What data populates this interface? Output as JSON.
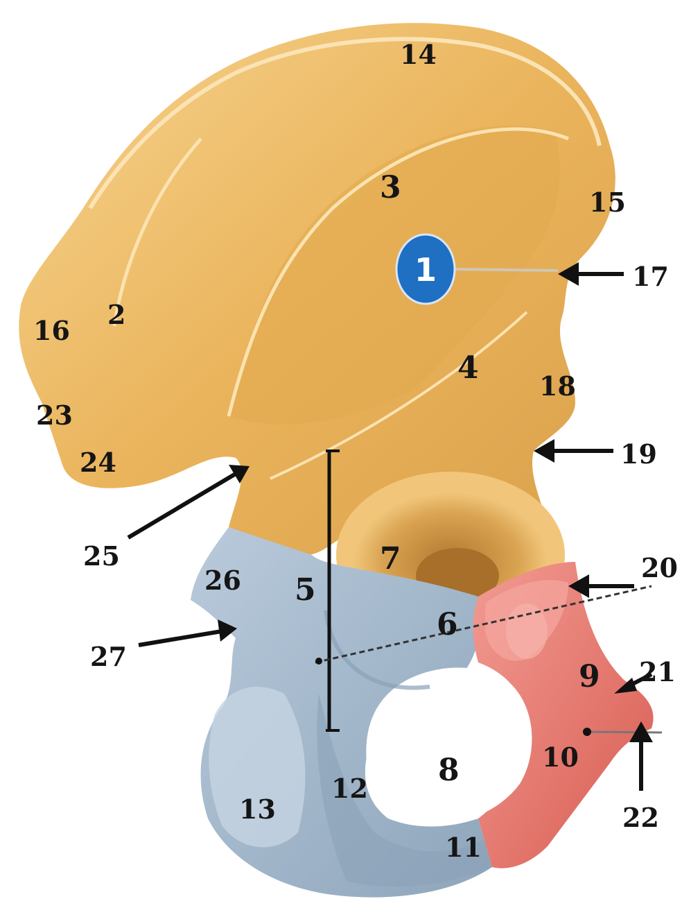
{
  "colors": {
    "ilium": "#e9b45c",
    "ilium_light": "#f6d08b",
    "ilium_shadow": "#c98f3a",
    "ischium": "#a8bccf",
    "ischium_shadow": "#7e96ad",
    "pubis": "#df6b60",
    "pubis_light": "#f08f86",
    "badge": "#1f6fc2",
    "arrow": "#111111"
  },
  "badge": {
    "label": "1"
  },
  "labels": [
    {
      "id": "2",
      "text": "2"
    },
    {
      "id": "3",
      "text": "3"
    },
    {
      "id": "4",
      "text": "4"
    },
    {
      "id": "5",
      "text": "5"
    },
    {
      "id": "6",
      "text": "6"
    },
    {
      "id": "7",
      "text": "7"
    },
    {
      "id": "8",
      "text": "8"
    },
    {
      "id": "9",
      "text": "9"
    },
    {
      "id": "10",
      "text": "10"
    },
    {
      "id": "11",
      "text": "11"
    },
    {
      "id": "12",
      "text": "12"
    },
    {
      "id": "13",
      "text": "13"
    },
    {
      "id": "14",
      "text": "14"
    },
    {
      "id": "15",
      "text": "15"
    },
    {
      "id": "16",
      "text": "16"
    },
    {
      "id": "17",
      "text": "17"
    },
    {
      "id": "18",
      "text": "18"
    },
    {
      "id": "19",
      "text": "19"
    },
    {
      "id": "20",
      "text": "20"
    },
    {
      "id": "21",
      "text": "21"
    },
    {
      "id": "22",
      "text": "22"
    },
    {
      "id": "23",
      "text": "23"
    },
    {
      "id": "24",
      "text": "24"
    },
    {
      "id": "25",
      "text": "25"
    },
    {
      "id": "26",
      "text": "26"
    },
    {
      "id": "27",
      "text": "27"
    }
  ]
}
